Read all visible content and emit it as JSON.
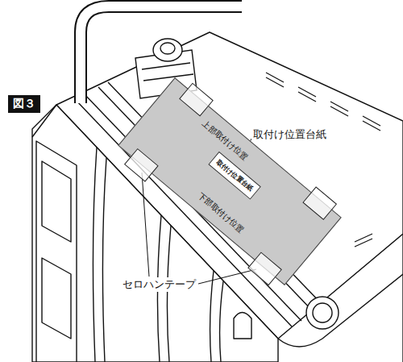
{
  "diagram": {
    "nodes": [
      {
        "text": [
          "図３"
        ]
      },
      {
        "text": [
          "上部取付け位置",
          "下部取付け位置"
        ]
      },
      {
        "text": [
          "取付け位置台紙"
        ],
        "in": 1
      }
    ],
    "labels": [
      "取付け位置台紙",
      "セロハンテープ"
    ]
  }
}
